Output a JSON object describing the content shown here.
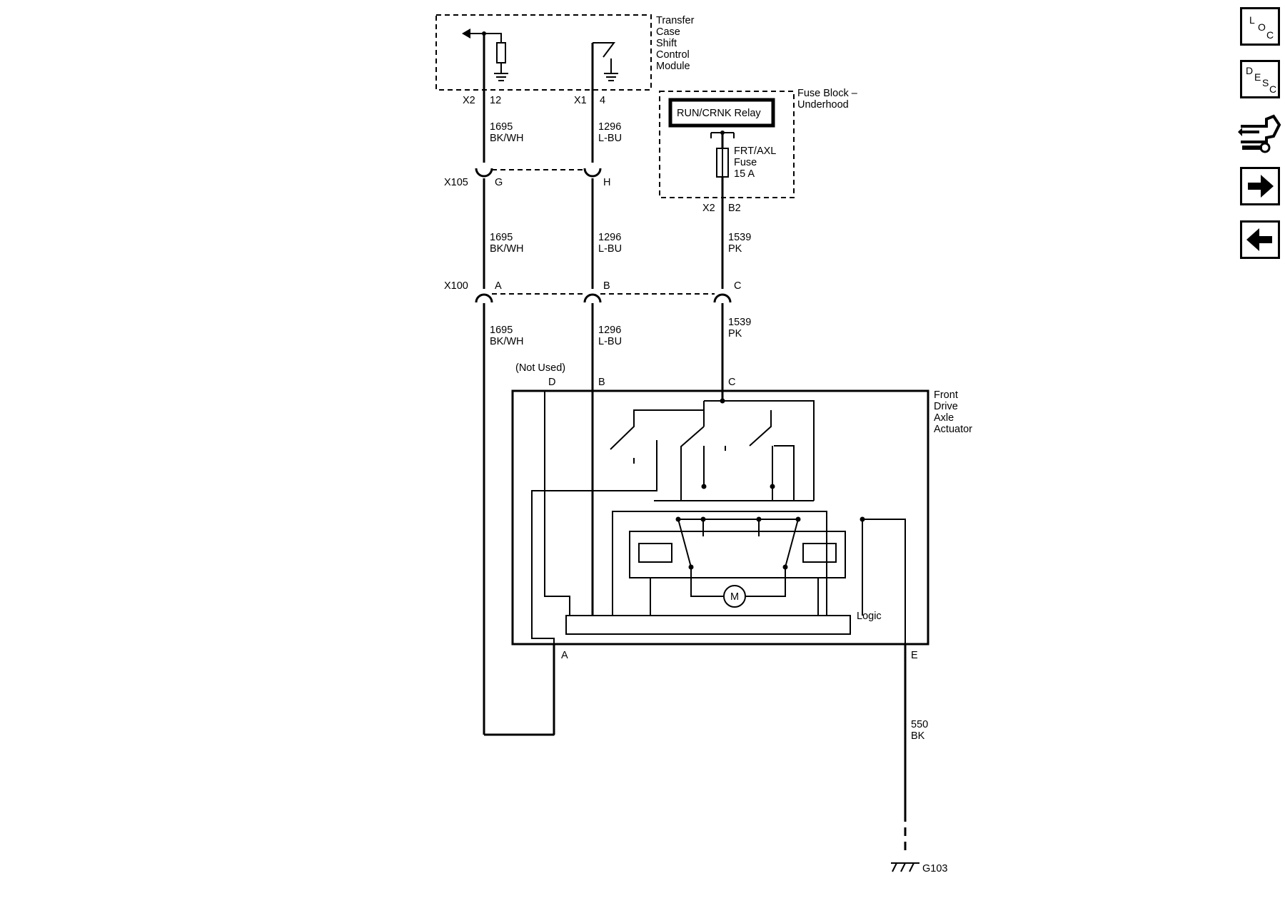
{
  "modules": {
    "tccm": {
      "lines": [
        "Transfer",
        "Case",
        "Shift",
        "Control",
        "Module"
      ]
    },
    "fuse_block": {
      "lines": [
        "Fuse Block –",
        "Underhood"
      ]
    },
    "relay": {
      "label": "RUN/CRNK Relay"
    },
    "fuse": {
      "lines": [
        "FRT/AXL",
        "Fuse",
        "15 A"
      ]
    },
    "actuator": {
      "lines": [
        "Front",
        "Drive",
        "Axle",
        "Actuator"
      ],
      "logic_label": "Logic",
      "motor_label": "M"
    }
  },
  "connectors": {
    "tccm_x2": "X2",
    "tccm_x2_pin": "12",
    "tccm_x1": "X1",
    "tccm_x1_pin": "4",
    "fuse_x2": "X2",
    "fuse_x2_pin": "B2",
    "x105": "X105",
    "x105_g": "G",
    "x105_h": "H",
    "x100": "X100",
    "x100_a": "A",
    "x100_b": "B",
    "x100_c": "C",
    "act_not_used": "(Not Used)",
    "act_d": "D",
    "act_b": "B",
    "act_c": "C",
    "act_a": "A",
    "act_e": "E"
  },
  "wires": {
    "w1695": {
      "circuit": "1695",
      "color": "BK/WH"
    },
    "w1296": {
      "circuit": "1296",
      "color": "L-BU"
    },
    "w1539": {
      "circuit": "1539",
      "color": "PK"
    },
    "w550": {
      "circuit": "550",
      "color": "BK"
    }
  },
  "ground": {
    "label": "G103"
  },
  "nav": {
    "loc": {
      "letters": [
        "L",
        "O",
        "C"
      ],
      "icon": "loc-icon"
    },
    "desc": {
      "letters": [
        "D",
        "E",
        "S",
        "C"
      ],
      "icon": "desc-icon"
    },
    "connector": {
      "icon": "connector-tool-icon"
    },
    "next": {
      "icon": "arrow-right-icon"
    },
    "prev": {
      "icon": "arrow-left-icon"
    }
  }
}
